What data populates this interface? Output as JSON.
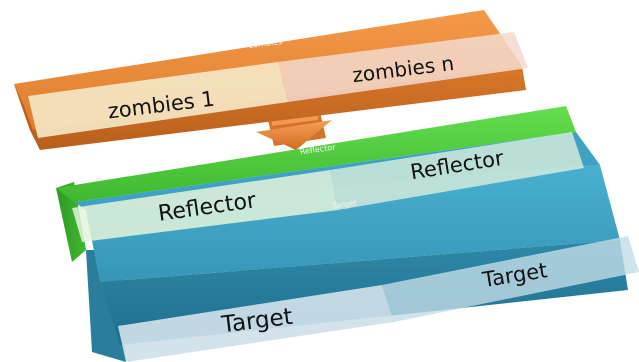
{
  "layers": {
    "top": {
      "tag": "zombies",
      "left_label": "zombies 1",
      "right_label": "zombies n",
      "color": "#e08432"
    },
    "middle": {
      "tag": "Reflector",
      "left_label": "Reflector",
      "right_label": "Reflector",
      "color": "#4ec93e"
    },
    "bottom": {
      "tag": "Target",
      "left_label": "Target",
      "right_label": "Target",
      "color": "#3aa3c4"
    }
  },
  "arrow": {
    "icon": "down-arrow-icon",
    "color": "#e08432"
  }
}
